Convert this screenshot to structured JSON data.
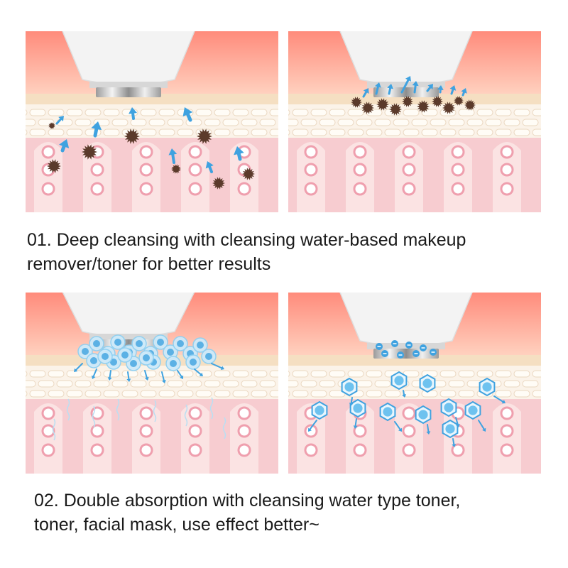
{
  "colors": {
    "top_gradient_start": "#ff8b7b",
    "top_gradient_end": "#ffd6c4",
    "tan_layer": "#f5dfc2",
    "cell_layer": "#fbf3e9",
    "cell_fill": "#fffcf6",
    "dermis": "#f7ccd0",
    "papilla": "#fbe3e3",
    "ring": "#ef9fae",
    "device_body": "#f3f3f3",
    "dirt": "#5b3a2b",
    "arrow_blue": "#3fa2e0",
    "bubble_blue": "#6ec2ef"
  },
  "panels": [
    {
      "id": "deep-cleansing-before",
      "device_icon": "cleansing-brush-icon",
      "particle_icon": "dirt-particle-icon"
    },
    {
      "id": "deep-cleansing-after",
      "device_icon": "cleansing-brush-icon",
      "particle_icon": "dirt-particle-icon"
    },
    {
      "id": "absorption-mist",
      "device_icon": "cleansing-brush-icon",
      "particle_icon": "water-bubble-icon"
    },
    {
      "id": "absorption-ions",
      "device_icon": "cleansing-brush-icon",
      "particle_icon": "nutrient-bubble-icon"
    }
  ],
  "captions": {
    "step1": {
      "line1": "01. Deep cleansing with cleansing water-based makeup",
      "line2": "remover/toner for better results"
    },
    "step2": {
      "line1": "02. Double absorption with cleansing water type toner,",
      "line2": "toner, facial mask, use effect better~"
    }
  }
}
